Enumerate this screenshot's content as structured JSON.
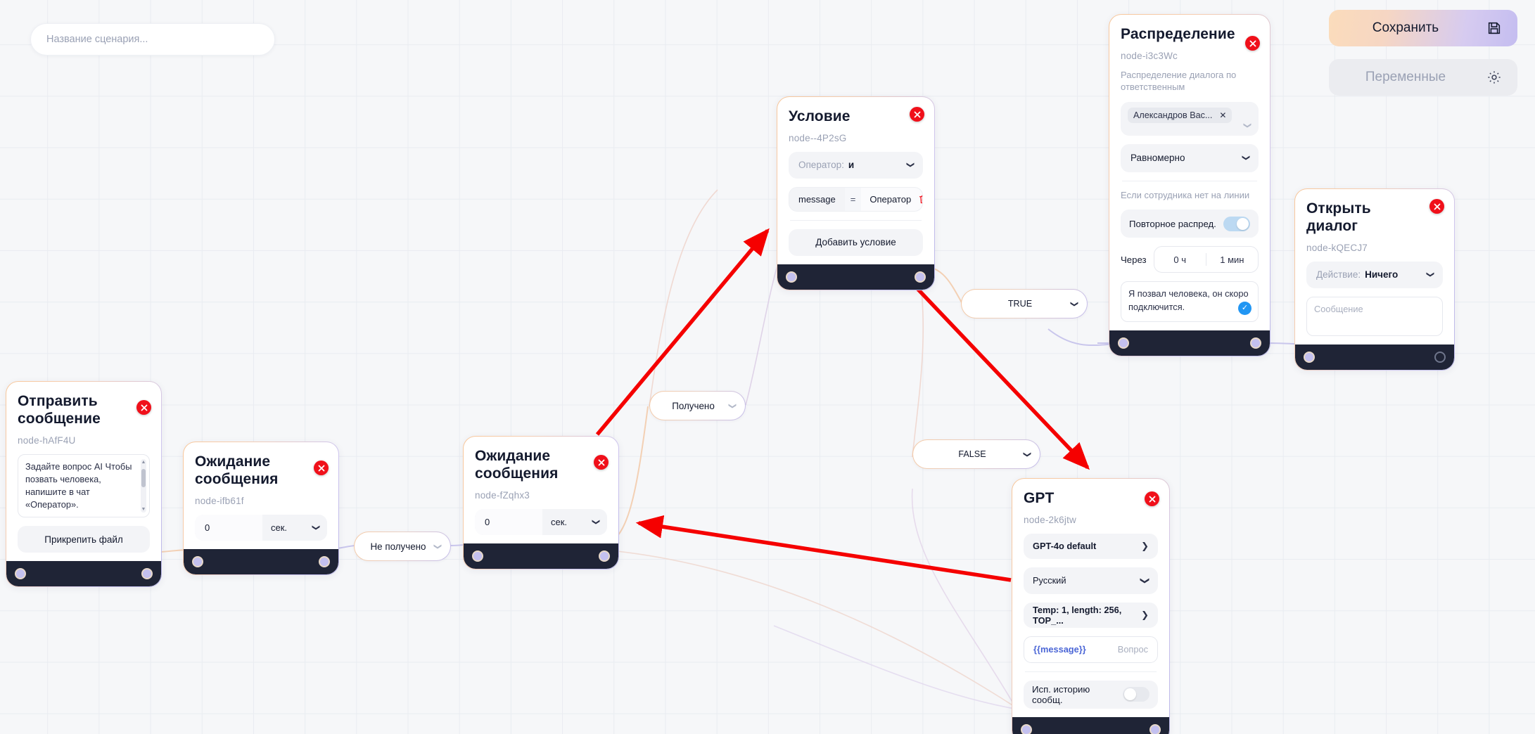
{
  "toolbar": {
    "scenario_name_placeholder": "Название сценария...",
    "scenario_name_value": "",
    "save_label": "Сохранить",
    "save_icon": "floppy-disk-icon",
    "variables_label": "Переменные",
    "variables_icon": "gear-icon"
  },
  "colors": {
    "canvas_bg": "#f6f7f9",
    "grid_line": "#e9ecf1",
    "node_footer": "#1f2436",
    "close_red": "#f0101a",
    "port_fill": "#c3c0ef",
    "accent_gradient_start": "#f8c79a",
    "accent_gradient_end": "#b9b6e8",
    "annotation_arrow": "#f50000",
    "checkmark_blue": "#2196f3",
    "variable_blue": "#4b66d6"
  },
  "nodes": [
    {
      "key": "send_message",
      "title": "Отправить сообщение",
      "id": "node-hAfF4U",
      "textarea_value": "Задайте вопрос AI Чтобы позвать человека, напишите в чат «Оператор».",
      "attach_label": "Прикрепить файл"
    },
    {
      "key": "wait_message_1",
      "title": "Ожидание сообщения",
      "id": "node-ifb61f",
      "amount": "0",
      "unit": "сек."
    },
    {
      "key": "wait_message_2",
      "title": "Ожидание сообщения",
      "id": "node-fZqhx3",
      "amount": "0",
      "unit": "сек."
    },
    {
      "key": "condition",
      "title": "Условие",
      "id": "node--4P2sG",
      "operator_label": "Оператор:",
      "operator_value": "и",
      "rule": {
        "left": "message",
        "op": "=",
        "right": "Оператор",
        "delete_icon": "trash-icon"
      },
      "add_condition_label": "Добавить условие"
    },
    {
      "key": "distribution",
      "title": "Распределение",
      "id": "node-i3c3Wc",
      "subtitle": "Распределение диалога по ответственным",
      "assignee_tag": "Александров Вас...",
      "mode": "Равномерно",
      "offline_hint": "Если сотрудника нет на линии",
      "repeat_label": "Повторное распред.",
      "repeat_on": true,
      "through_label": "Через",
      "hours": "0 ч",
      "minutes": "1 мин",
      "message_text": "Я позвал человека, он скоро подключится.",
      "message_checked": true
    },
    {
      "key": "open_dialog",
      "title": "Открыть диалог",
      "id": "node-kQECJ7",
      "action_label": "Действие:",
      "action_value": "Ничего",
      "message_placeholder": "Сообщение"
    },
    {
      "key": "gpt",
      "title": "GPT",
      "id": "node-2k6jtw",
      "model": "GPT-4o default",
      "language": "Русский",
      "params": "Temp: 1, length: 256, TOP_...",
      "question_var": "{{message}}",
      "question_placeholder": "Вопрос",
      "history_label": "Исп. историю сообщ.",
      "history_on": false
    }
  ],
  "edge_labels": [
    {
      "key": "received",
      "label": "Получено"
    },
    {
      "key": "not_received",
      "label": "Не получено"
    },
    {
      "key": "true",
      "label": "TRUE"
    },
    {
      "key": "false",
      "label": "FALSE"
    }
  ],
  "annotations": {
    "arrow_count": 3,
    "arrow_color": "#f50000",
    "description": "Three red annotation arrows overlaid on the canvas"
  }
}
